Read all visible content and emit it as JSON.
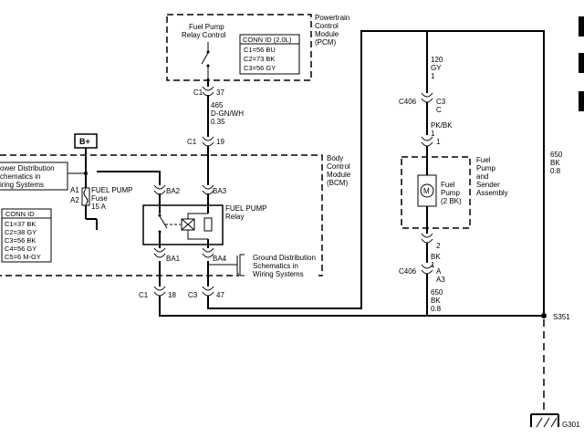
{
  "pcm": {
    "module_name": [
      "Powertrain",
      "Control",
      "Module",
      "(PCM)"
    ],
    "relay_control": [
      "Fuel Pump",
      "Relay Control"
    ],
    "conn_id_title": "CONN ID (2.0L)",
    "conn_ids": [
      "C1=56 BU",
      "C2=73 BK",
      "C3=56 GY"
    ]
  },
  "bcm": {
    "module_name": [
      "Body",
      "Control",
      "Module",
      "(BCM)"
    ],
    "conn_id_title": "CONN ID",
    "conn_ids": [
      "C1=37 BK",
      "C2=38 GY",
      "C3=56 BK",
      "C4=56 GY",
      "C5=6 M-GY"
    ],
    "relay_name": [
      "FUEL PUMP",
      "Relay"
    ],
    "fuse_name": [
      "FUEL PUMP",
      "Fuse",
      "15 A"
    ],
    "fuse_terms": [
      "A1",
      "A2"
    ],
    "pins": {
      "ba1": "BA1",
      "ba2": "BA2",
      "ba3": "BA3",
      "ba4": "BA4"
    }
  },
  "battery_label": "B+",
  "power_dist": [
    "ower Distribution",
    "chematics in",
    "iring Systems"
  ],
  "ground_dist": [
    "Ground Distribution",
    "Schematics in",
    "Wiring Systems"
  ],
  "wires": {
    "w465": {
      "circuit": "465",
      "color": "D-GN/WH",
      "gauge": "0.35"
    },
    "w120": {
      "circuit": "120",
      "color": "GY",
      "pin": "1"
    },
    "w650_right": {
      "circuit": "650",
      "color": "BK",
      "gauge": "0.8"
    },
    "w650_pump": {
      "circuit": "650",
      "color": "BK",
      "gauge": "0.8"
    },
    "pkbk": {
      "color": "PK/BK",
      "pin": "1"
    },
    "bk2": {
      "color": "BK",
      "pin": "1"
    }
  },
  "connectors": {
    "c1_37": {
      "name": "C1",
      "pin": "37"
    },
    "c1_19": {
      "name": "C1",
      "pin": "19"
    },
    "c1_18": {
      "name": "C1",
      "pin": "18"
    },
    "c3_47": {
      "name": "C3",
      "pin": "47"
    },
    "c406_top": {
      "name": "C406",
      "cav": "C3",
      "cav2": "C"
    },
    "c406_bot": {
      "name": "C406",
      "cav": "A",
      "cav2": "A3"
    }
  },
  "pump_pins": {
    "top": "1",
    "bottom": "2"
  },
  "pump": {
    "assembly_name": [
      "Fuel",
      "Pump",
      "and",
      "Sender",
      "Assembly"
    ],
    "pump_name": [
      "Fuel",
      "Pump",
      "(2 BK)"
    ],
    "motor_symbol": "M"
  },
  "splice": "S351",
  "ground": "G301"
}
